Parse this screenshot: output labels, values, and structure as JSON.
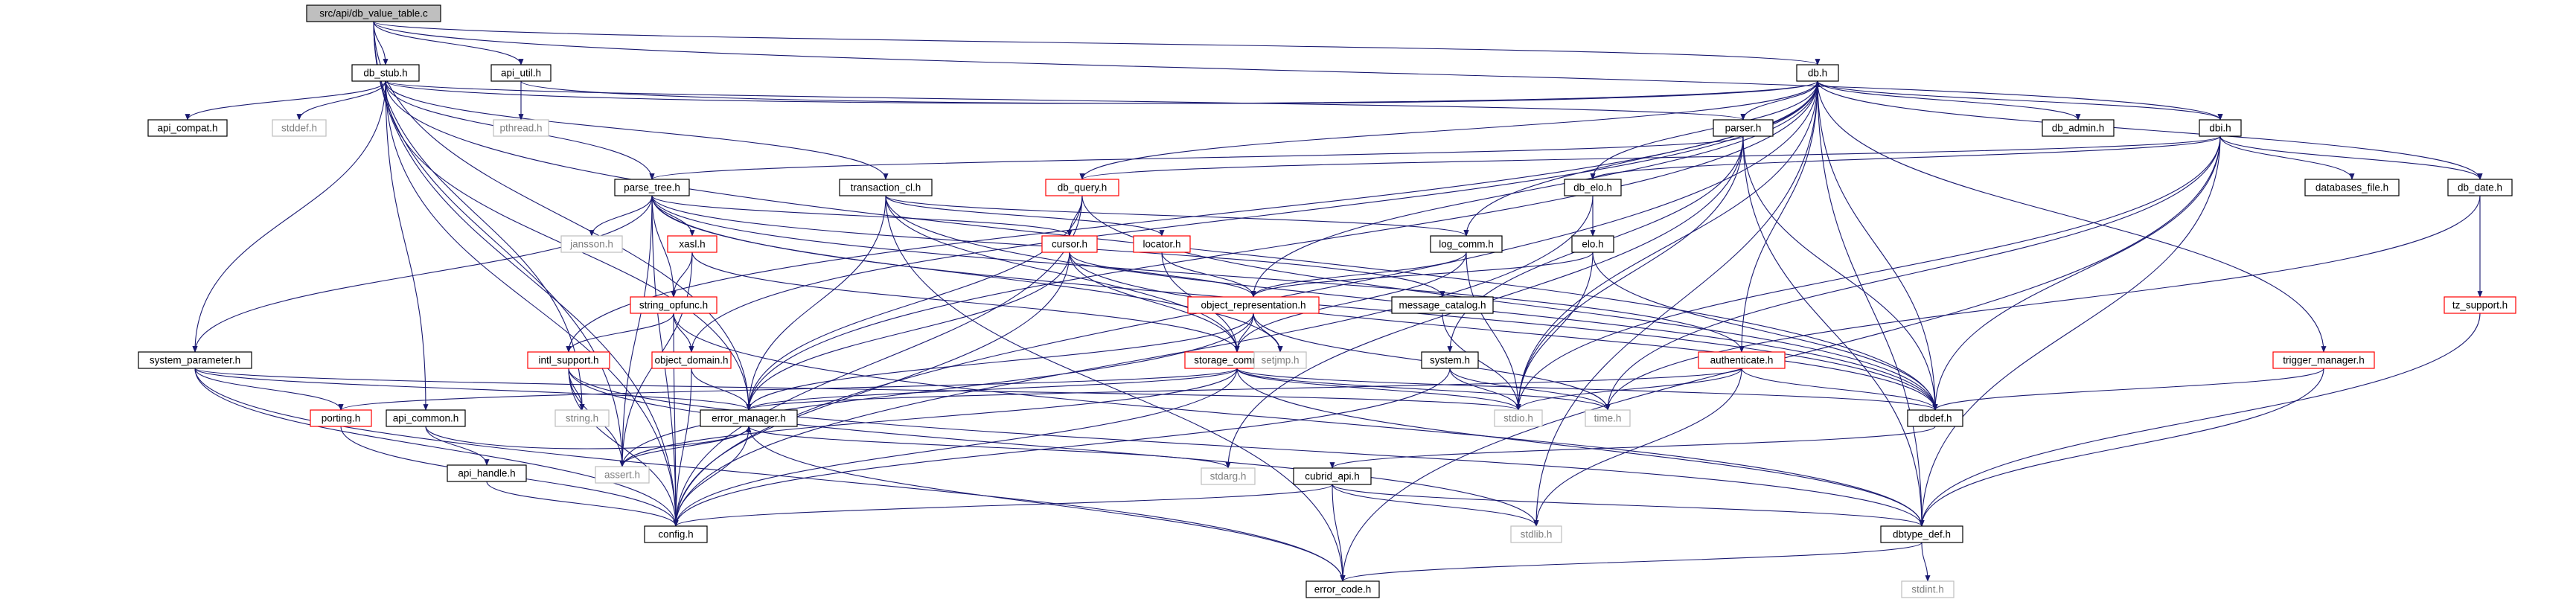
{
  "diagram": {
    "style": {
      "normal_border": "#000000",
      "linked_border": "#ff0000",
      "system_border": "#bfbfbf",
      "root_fill": "#bfbfbf",
      "text_normal": "#000000",
      "text_system": "#7f7f7f",
      "edge_color": "#191970"
    },
    "nodes": [
      {
        "id": "root",
        "label": "src/api/db_value_table.c",
        "kind": "root"
      },
      {
        "id": "db_stub",
        "label": "db_stub.h",
        "kind": "normal"
      },
      {
        "id": "api_util",
        "label": "api_util.h",
        "kind": "normal"
      },
      {
        "id": "db",
        "label": "db.h",
        "kind": "normal"
      },
      {
        "id": "api_compat",
        "label": "api_compat.h",
        "kind": "normal"
      },
      {
        "id": "stddef",
        "label": "stddef.h",
        "kind": "system"
      },
      {
        "id": "pthread",
        "label": "pthread.h",
        "kind": "system"
      },
      {
        "id": "parser",
        "label": "parser.h",
        "kind": "normal"
      },
      {
        "id": "db_admin",
        "label": "db_admin.h",
        "kind": "normal"
      },
      {
        "id": "dbi",
        "label": "dbi.h",
        "kind": "normal"
      },
      {
        "id": "parse_tree",
        "label": "parse_tree.h",
        "kind": "normal"
      },
      {
        "id": "transaction_cl",
        "label": "transaction_cl.h",
        "kind": "normal"
      },
      {
        "id": "db_query",
        "label": "db_query.h",
        "kind": "linked"
      },
      {
        "id": "db_elo",
        "label": "db_elo.h",
        "kind": "normal"
      },
      {
        "id": "databases_file",
        "label": "databases_file.h",
        "kind": "normal"
      },
      {
        "id": "db_date",
        "label": "db_date.h",
        "kind": "normal"
      },
      {
        "id": "jansson",
        "label": "jansson.h",
        "kind": "system"
      },
      {
        "id": "xasl",
        "label": "xasl.h",
        "kind": "linked"
      },
      {
        "id": "cursor",
        "label": "cursor.h",
        "kind": "linked"
      },
      {
        "id": "locator",
        "label": "locator.h",
        "kind": "linked"
      },
      {
        "id": "log_comm",
        "label": "log_comm.h",
        "kind": "normal"
      },
      {
        "id": "elo",
        "label": "elo.h",
        "kind": "normal"
      },
      {
        "id": "tz_support",
        "label": "tz_support.h",
        "kind": "linked"
      },
      {
        "id": "string_opfunc",
        "label": "string_opfunc.h",
        "kind": "linked"
      },
      {
        "id": "object_representation",
        "label": "object_representation.h",
        "kind": "linked"
      },
      {
        "id": "message_catalog",
        "label": "message_catalog.h",
        "kind": "normal"
      },
      {
        "id": "system_parameter",
        "label": "system_parameter.h",
        "kind": "normal"
      },
      {
        "id": "intl_support",
        "label": "intl_support.h",
        "kind": "linked"
      },
      {
        "id": "object_domain",
        "label": "object_domain.h",
        "kind": "linked"
      },
      {
        "id": "storage_common",
        "label": "storage_common.h",
        "kind": "linked"
      },
      {
        "id": "setjmp",
        "label": "setjmp.h",
        "kind": "system"
      },
      {
        "id": "system",
        "label": "system.h",
        "kind": "normal"
      },
      {
        "id": "authenticate",
        "label": "authenticate.h",
        "kind": "linked"
      },
      {
        "id": "trigger_manager",
        "label": "trigger_manager.h",
        "kind": "linked"
      },
      {
        "id": "porting",
        "label": "porting.h",
        "kind": "linked"
      },
      {
        "id": "api_common",
        "label": "api_common.h",
        "kind": "normal"
      },
      {
        "id": "string",
        "label": "string.h",
        "kind": "system"
      },
      {
        "id": "error_manager",
        "label": "error_manager.h",
        "kind": "normal"
      },
      {
        "id": "stdio",
        "label": "stdio.h",
        "kind": "system"
      },
      {
        "id": "time",
        "label": "time.h",
        "kind": "system"
      },
      {
        "id": "dbdef",
        "label": "dbdef.h",
        "kind": "normal"
      },
      {
        "id": "api_handle",
        "label": "api_handle.h",
        "kind": "normal"
      },
      {
        "id": "assert",
        "label": "assert.h",
        "kind": "system"
      },
      {
        "id": "stdarg",
        "label": "stdarg.h",
        "kind": "system"
      },
      {
        "id": "cubrid_api",
        "label": "cubrid_api.h",
        "kind": "normal"
      },
      {
        "id": "config",
        "label": "config.h",
        "kind": "normal"
      },
      {
        "id": "stdlib",
        "label": "stdlib.h",
        "kind": "system"
      },
      {
        "id": "dbtype_def",
        "label": "dbtype_def.h",
        "kind": "normal"
      },
      {
        "id": "error_code",
        "label": "error_code.h",
        "kind": "normal"
      },
      {
        "id": "stdint",
        "label": "stdint.h",
        "kind": "system"
      }
    ],
    "edges": [
      [
        "root",
        "db_stub"
      ],
      [
        "root",
        "api_util"
      ],
      [
        "root",
        "db"
      ],
      [
        "root",
        "dbi"
      ],
      [
        "root",
        "config"
      ],
      [
        "root",
        "assert"
      ],
      [
        "root",
        "string"
      ],
      [
        "root",
        "error_manager"
      ],
      [
        "db_stub",
        "api_compat"
      ],
      [
        "db_stub",
        "stddef"
      ],
      [
        "db_stub",
        "db"
      ],
      [
        "db_stub",
        "parser"
      ],
      [
        "db_stub",
        "parse_tree"
      ],
      [
        "db_stub",
        "transaction_cl"
      ],
      [
        "db_stub",
        "system_parameter"
      ],
      [
        "db_stub",
        "api_common"
      ],
      [
        "db_stub",
        "error_manager"
      ],
      [
        "db_stub",
        "config"
      ],
      [
        "db_stub",
        "dbdef"
      ],
      [
        "api_util",
        "pthread"
      ],
      [
        "api_util",
        "db"
      ],
      [
        "db",
        "db_admin"
      ],
      [
        "db",
        "dbi"
      ],
      [
        "db",
        "parser"
      ],
      [
        "db",
        "db_date"
      ],
      [
        "db",
        "log_comm"
      ],
      [
        "db",
        "object_representation"
      ],
      [
        "db",
        "object_domain"
      ],
      [
        "db",
        "intl_support"
      ],
      [
        "db",
        "error_manager"
      ],
      [
        "db",
        "config"
      ],
      [
        "db",
        "stdio"
      ],
      [
        "db",
        "authenticate"
      ],
      [
        "db",
        "trigger_manager"
      ],
      [
        "db",
        "dbtype_def"
      ],
      [
        "db",
        "dbdef"
      ],
      [
        "db",
        "db_query"
      ],
      [
        "db",
        "db_elo"
      ],
      [
        "db",
        "stdlib"
      ],
      [
        "parser",
        "parse_tree"
      ],
      [
        "parser",
        "system"
      ],
      [
        "parser",
        "stdarg"
      ],
      [
        "parser",
        "stdio"
      ],
      [
        "parser",
        "dbdef"
      ],
      [
        "parser",
        "dbtype_def"
      ],
      [
        "dbi",
        "db_query"
      ],
      [
        "dbi",
        "db_elo"
      ],
      [
        "dbi",
        "databases_file"
      ],
      [
        "dbi",
        "db_date"
      ],
      [
        "dbi",
        "stdio"
      ],
      [
        "dbi",
        "time"
      ],
      [
        "dbi",
        "dbdef"
      ],
      [
        "dbi",
        "dbtype_def"
      ],
      [
        "dbi",
        "error_code"
      ],
      [
        "parse_tree",
        "jansson"
      ],
      [
        "parse_tree",
        "xasl"
      ],
      [
        "parse_tree",
        "string_opfunc"
      ],
      [
        "parse_tree",
        "cursor"
      ],
      [
        "parse_tree",
        "authenticate"
      ],
      [
        "parse_tree",
        "message_catalog"
      ],
      [
        "parse_tree",
        "setjmp"
      ],
      [
        "parse_tree",
        "system_parameter"
      ],
      [
        "parse_tree",
        "assert"
      ],
      [
        "parse_tree",
        "config"
      ],
      [
        "parse_tree",
        "dbdef"
      ],
      [
        "transaction_cl",
        "locator"
      ],
      [
        "transaction_cl",
        "log_comm"
      ],
      [
        "transaction_cl",
        "storage_common"
      ],
      [
        "transaction_cl",
        "error_manager"
      ],
      [
        "transaction_cl",
        "dbdef"
      ],
      [
        "transaction_cl",
        "error_code"
      ],
      [
        "db_query",
        "cursor"
      ],
      [
        "db_query",
        "config"
      ],
      [
        "db_query",
        "error_manager"
      ],
      [
        "db_query",
        "dbdef"
      ],
      [
        "db_elo",
        "elo"
      ],
      [
        "db_elo",
        "config"
      ],
      [
        "db_date",
        "tz_support"
      ],
      [
        "db_date",
        "time"
      ],
      [
        "xasl",
        "string_opfunc"
      ],
      [
        "xasl",
        "storage_common"
      ],
      [
        "xasl",
        "assert"
      ],
      [
        "cursor",
        "object_representation"
      ],
      [
        "cursor",
        "storage_common"
      ],
      [
        "cursor",
        "error_manager"
      ],
      [
        "cursor",
        "config"
      ],
      [
        "cursor",
        "dbdef"
      ],
      [
        "locator",
        "object_representation"
      ],
      [
        "locator",
        "storage_common"
      ],
      [
        "log_comm",
        "object_representation"
      ],
      [
        "log_comm",
        "storage_common"
      ],
      [
        "log_comm",
        "stdio"
      ],
      [
        "elo",
        "object_representation"
      ],
      [
        "elo",
        "stdio"
      ],
      [
        "elo",
        "dbdef"
      ],
      [
        "tz_support",
        "dbtype_def"
      ],
      [
        "string_opfunc",
        "object_domain"
      ],
      [
        "string_opfunc",
        "intl_support"
      ],
      [
        "string_opfunc",
        "config"
      ],
      [
        "string_opfunc",
        "dbtype_def"
      ],
      [
        "object_representation",
        "storage_common"
      ],
      [
        "object_representation",
        "setjmp"
      ],
      [
        "object_representation",
        "error_manager"
      ],
      [
        "object_representation",
        "assert"
      ],
      [
        "object_representation",
        "time"
      ],
      [
        "message_catalog",
        "stdio"
      ],
      [
        "system_parameter",
        "porting"
      ],
      [
        "system_parameter",
        "error_manager"
      ],
      [
        "system_parameter",
        "config"
      ],
      [
        "system_parameter",
        "error_code"
      ],
      [
        "system_parameter",
        "stdio"
      ],
      [
        "intl_support",
        "string"
      ],
      [
        "intl_support",
        "assert"
      ],
      [
        "intl_support",
        "config"
      ],
      [
        "intl_support",
        "stdlib"
      ],
      [
        "intl_support",
        "dbtype_def"
      ],
      [
        "object_domain",
        "error_manager"
      ],
      [
        "object_domain",
        "config"
      ],
      [
        "storage_common",
        "porting"
      ],
      [
        "storage_common",
        "stdio"
      ],
      [
        "storage_common",
        "time"
      ],
      [
        "storage_common",
        "dbdef"
      ],
      [
        "storage_common",
        "error_manager"
      ],
      [
        "storage_common",
        "config"
      ],
      [
        "storage_common",
        "assert"
      ],
      [
        "storage_common",
        "dbtype_def"
      ],
      [
        "system",
        "stdio"
      ],
      [
        "system",
        "time"
      ],
      [
        "system",
        "config"
      ],
      [
        "authenticate",
        "stdio"
      ],
      [
        "authenticate",
        "dbdef"
      ],
      [
        "authenticate",
        "error_manager"
      ],
      [
        "authenticate",
        "stdlib"
      ],
      [
        "trigger_manager",
        "dbdef"
      ],
      [
        "trigger_manager",
        "dbtype_def"
      ],
      [
        "porting",
        "config"
      ],
      [
        "api_common",
        "api_handle"
      ],
      [
        "api_common",
        "error_manager"
      ],
      [
        "error_manager",
        "assert"
      ],
      [
        "error_manager",
        "config"
      ],
      [
        "error_manager",
        "stdarg"
      ],
      [
        "error_manager",
        "error_code"
      ],
      [
        "dbdef",
        "cubrid_api"
      ],
      [
        "api_handle",
        "config"
      ],
      [
        "cubrid_api",
        "config"
      ],
      [
        "cubrid_api",
        "error_code"
      ],
      [
        "cubrid_api",
        "stdlib"
      ],
      [
        "cubrid_api",
        "dbtype_def"
      ],
      [
        "dbtype_def",
        "error_code"
      ],
      [
        "dbtype_def",
        "stdint"
      ]
    ]
  }
}
